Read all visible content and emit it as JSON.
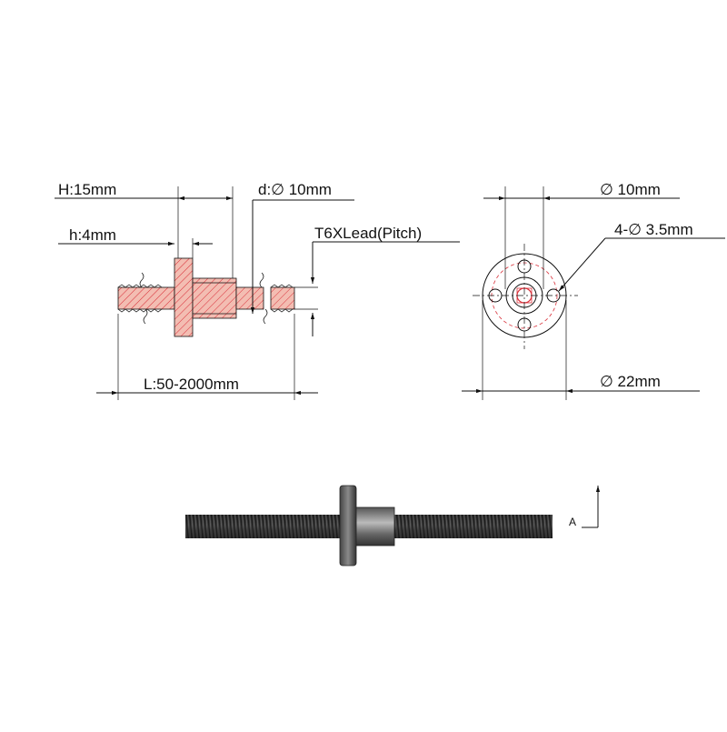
{
  "labels": {
    "flange_length": "H:15mm",
    "flange_thickness": "h:4mm",
    "bore_diameter": "d:∅ 10mm",
    "thread_spec": "T6XLead(Pitch)",
    "rod_length": "L:50-2000mm",
    "nut_body_diameter": "∅ 10mm",
    "mount_holes": "4-∅ 3.5mm",
    "flange_diameter": "∅ 22mm",
    "view_marker": "A"
  },
  "colors": {
    "line": "#111111",
    "section_fill": "#f2b8ad",
    "section_hatch": "#d9303a",
    "rod_dark": "#2b2b2b",
    "nut_dark": "#3a3a3a"
  }
}
